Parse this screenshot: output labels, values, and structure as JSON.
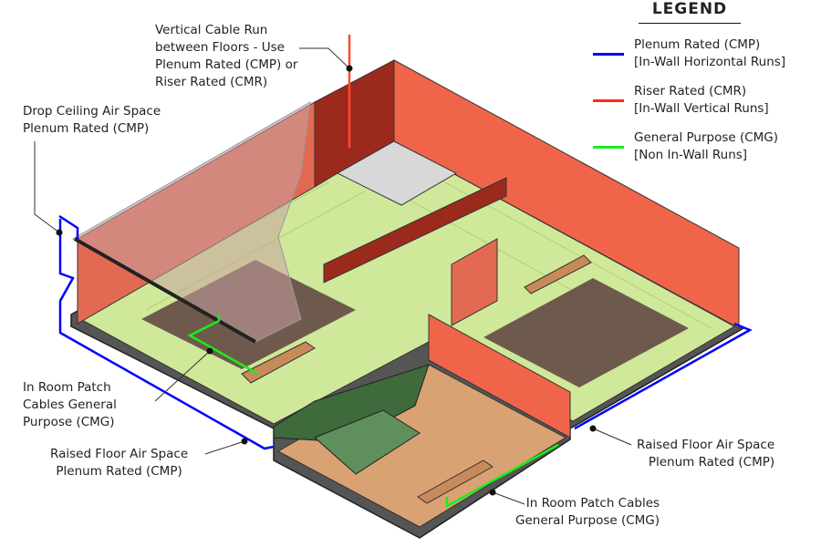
{
  "legend": {
    "title": "LEGEND",
    "items": [
      {
        "line1": "Plenum Rated (CMP)",
        "line2": "[In-Wall Horizontal Runs]",
        "color": "#0000ff"
      },
      {
        "line1": "Riser Rated (CMR)",
        "line2": "[In-Wall Vertical Runs]",
        "color": "#ff2a1a"
      },
      {
        "line1": "General Purpose (CMG)",
        "line2": "[Non In-Wall Runs]",
        "color": "#1aee1a"
      }
    ]
  },
  "callouts": {
    "vertical_run": [
      "Vertical Cable Run",
      "between Floors - Use",
      "Plenum Rated (CMP) or",
      "Riser Rated (CMR)"
    ],
    "drop_ceiling": [
      "Drop Ceiling Air Space",
      "Plenum Rated (CMP)"
    ],
    "patch_left": [
      "In Room Patch",
      "Cables General",
      "Purpose (CMG)"
    ],
    "raised_left": [
      "Raised Floor Air Space",
      "Plenum Rated (CMP)"
    ],
    "raised_right": [
      "Raised Floor Air Space",
      "Plenum Rated (CMP)"
    ],
    "patch_bottom": [
      "In Room Patch Cables",
      "General Purpose (CMG)"
    ]
  },
  "colors": {
    "plenum": "#0000ff",
    "riser": "#ff2a1a",
    "general": "#1aee1a",
    "wall": "#f0654a",
    "wall_dark": "#9c2a1c",
    "floor": "#cfe89a",
    "rug": "#6e5a4c",
    "wood": "#d9a273"
  }
}
